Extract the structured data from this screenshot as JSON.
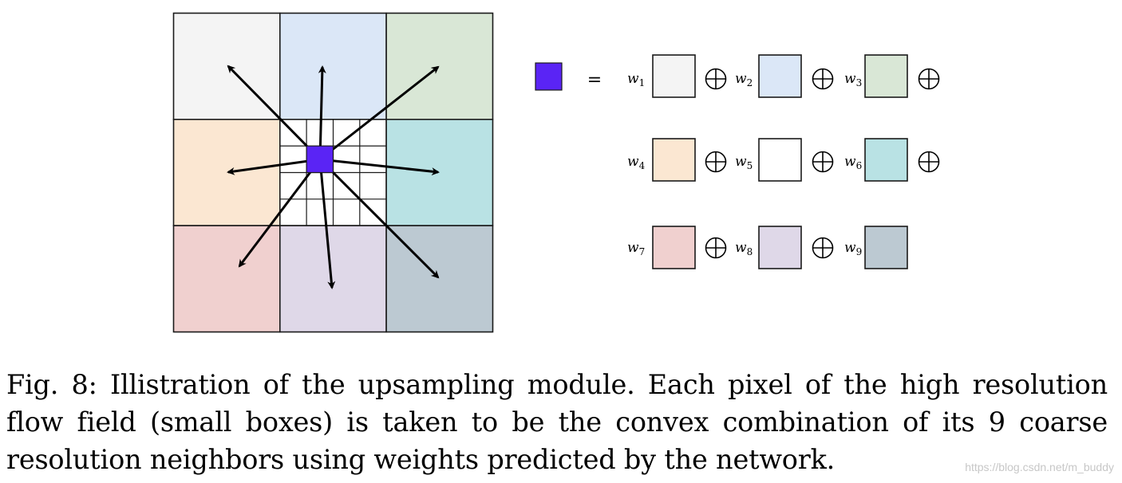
{
  "figure": {
    "cell_colors": [
      "#f4f4f4",
      "#dbe7f7",
      "#d9e7d6",
      "#fbe7d2",
      "#ffffff",
      "#b9e2e4",
      "#f0d0cf",
      "#dfd8e8",
      "#bcc9d2"
    ],
    "pixel_color": "#5a24f5",
    "equals_sign": "=",
    "weights": [
      {
        "base": "w",
        "sub": "1"
      },
      {
        "base": "w",
        "sub": "2"
      },
      {
        "base": "w",
        "sub": "3"
      },
      {
        "base": "w",
        "sub": "4"
      },
      {
        "base": "w",
        "sub": "5"
      },
      {
        "base": "w",
        "sub": "6"
      },
      {
        "base": "w",
        "sub": "7"
      },
      {
        "base": "w",
        "sub": "8"
      },
      {
        "base": "w",
        "sub": "9"
      }
    ]
  },
  "caption": {
    "text": "Fig. 8: Illistration of the upsampling module. Each pixel of the high resolution flow field (small boxes) is taken to be the convex combination of its 9 coarse resolution neighbors using weights predicted by the network."
  },
  "watermark": {
    "text": "https://blog.csdn.net/m_buddy"
  }
}
